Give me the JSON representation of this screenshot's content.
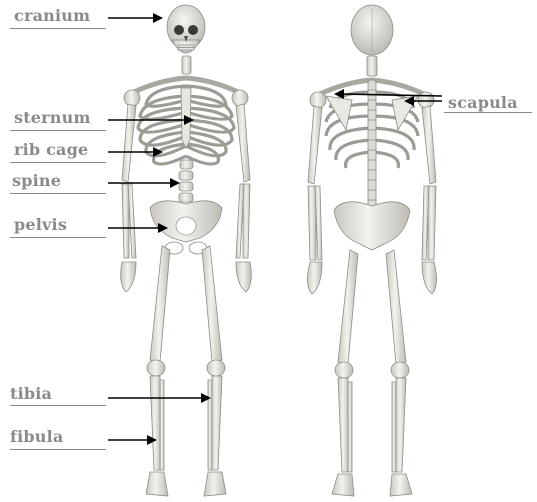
{
  "title": "",
  "labels": {
    "cranium": "cranium",
    "sternum": "sternum",
    "rib_cage": "rib cage",
    "spine": "spine",
    "pelvis": "pelvis",
    "tibia": "tibia",
    "fibula": "fibula",
    "scapula": "scapula"
  },
  "colors": {
    "label_text": "#8a8a8a",
    "arrow": "#000000",
    "bone_light": "#efeee9",
    "bone_shadow": "#b9b7b0",
    "bone_outline": "#8e8c86"
  },
  "figures": [
    "anterior-view-skeleton",
    "posterior-view-skeleton"
  ]
}
